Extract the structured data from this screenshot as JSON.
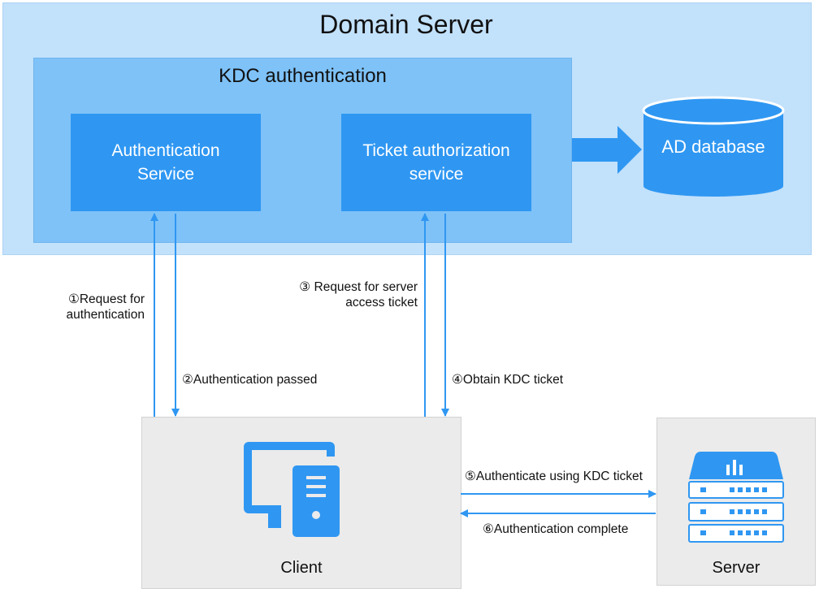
{
  "domain_server": {
    "title": "Domain Server"
  },
  "kdc": {
    "title": "KDC authentication",
    "authentication_service": "Authentication\nService",
    "ticket_service": "Ticket authorization\nservice"
  },
  "ad_database": {
    "label": "AD database"
  },
  "client": {
    "label": "Client"
  },
  "server": {
    "label": "Server"
  },
  "steps": {
    "step1": "①Request for\nauthentication",
    "step2": "②Authentication passed",
    "step3": "③ Request for  server\naccess ticket",
    "step4": "④Obtain KDC ticket",
    "step5": "⑤Authenticate using KDC ticket",
    "step6": "⑥Authentication complete"
  },
  "colors": {
    "domain_bg": "#c2e1fb",
    "kdc_bg": "#7ec2f8",
    "service_bg": "#2f97f2",
    "arrow": "#2f97f2",
    "node_bg": "#ebebeb"
  }
}
